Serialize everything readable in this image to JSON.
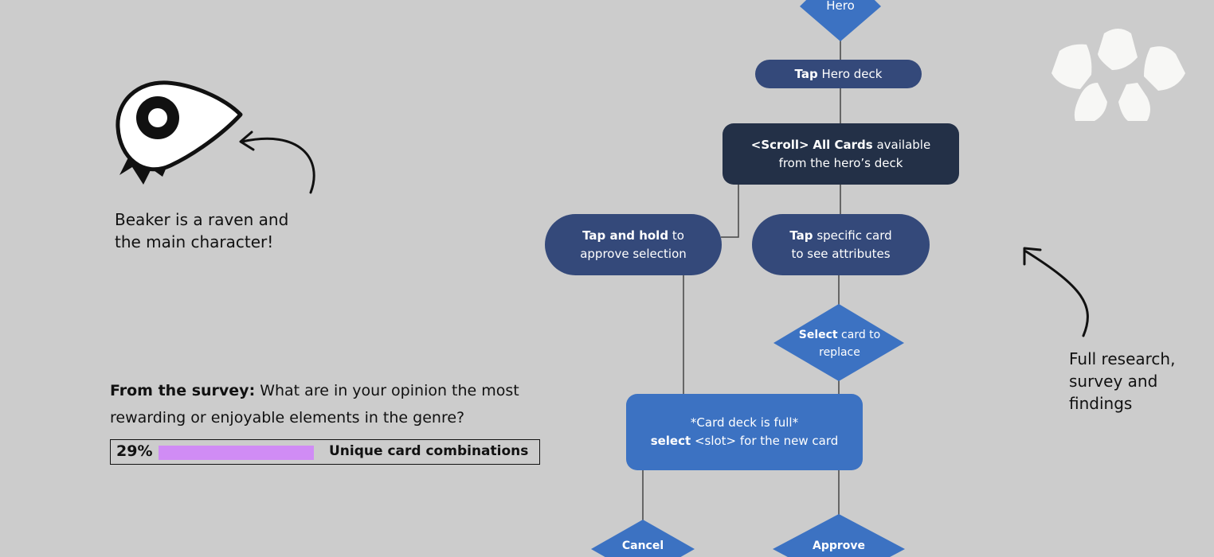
{
  "flow": {
    "hero_label": "Hero",
    "tap_hero_deck": {
      "bold": "Tap",
      "rest": " Hero deck"
    },
    "scroll_cards": {
      "bold_pre": "<Scroll>",
      "bold": "All Cards",
      "rest": " available",
      "line2": "from the hero’s deck"
    },
    "tap_hold": {
      "bold": "Tap and hold",
      "rest": " to",
      "line2": "approve selection"
    },
    "tap_specific": {
      "bold": "Tap",
      "rest": " specific card",
      "line2": "to see attributes"
    },
    "select_card": {
      "bold": "Select",
      "rest": " card to",
      "line2": "replace"
    },
    "deck_full": {
      "line1": "*Card deck is full*",
      "bold": "select",
      "rest": " <slot> for the new card"
    },
    "cancel_label": "Cancel",
    "approve_label": "Approve"
  },
  "notes": {
    "beaker_line1": "Beaker is a raven and",
    "beaker_line2": "the main character!",
    "research_line1": "Full research,",
    "research_line2": "survey and",
    "research_line3": "findings"
  },
  "survey": {
    "heading": "From the survey:",
    "question_part1": " What are in your opinion the most",
    "question_part2": "rewarding or enjoyable elements in the genre?",
    "percent": "29%",
    "fraction": 0.29,
    "answer": "Unique card combinations",
    "bar_color": "#d08cf5"
  },
  "colors": {
    "navy": "#34497a",
    "dark": "#233047",
    "blue": "#3c72c2",
    "background": "#cccccc"
  },
  "icons": [
    "raven-icon",
    "arrow-icon",
    "flower-logo-icon"
  ]
}
